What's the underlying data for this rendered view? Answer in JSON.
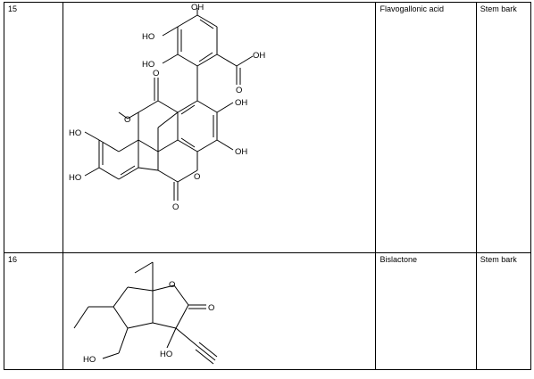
{
  "rows": [
    {
      "number": "15",
      "compound": "Flavogallonic acid",
      "source": "Stem bark",
      "structure_labels": {
        "oh_top": "OH",
        "ho_upper": "HO",
        "ho_mid": "HO",
        "cooh_oh": "OH",
        "carbonyl_o": "O",
        "lactone_o_top_carbonyl": "O",
        "lactone_o_top_ring": "O",
        "oh_right_upper": "OH",
        "oh_right_lower": "OH",
        "ho_left_upper": "HO",
        "ho_left_lower": "HO",
        "lactone_o_bottom_ring": "O",
        "lactone_o_bottom_carbonyl": "O"
      }
    },
    {
      "number": "16",
      "compound": "Bislactone",
      "source": "Stem bark",
      "structure_labels": {
        "ring_o": "O",
        "carbonyl_o": "O",
        "oh": "HO",
        "ch2oh": "HO"
      }
    }
  ]
}
